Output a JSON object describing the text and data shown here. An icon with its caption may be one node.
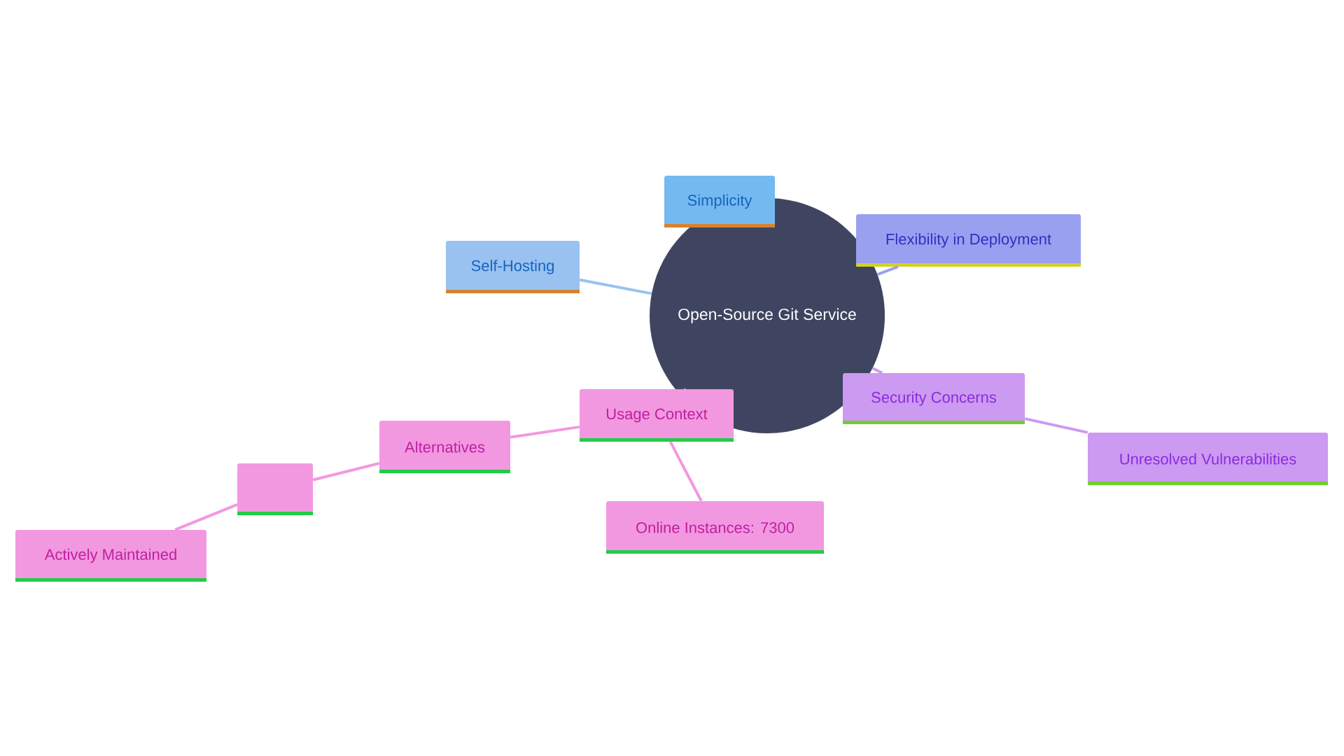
{
  "diagram": {
    "nodes": [
      {
        "text": [
          "Open-Source Git Service"
        ]
      },
      {
        "text": [
          "Simplicity"
        ]
      },
      {
        "text": [
          "Flexibility in Deployment"
        ]
      },
      {
        "text": [
          "Self-Hosting"
        ]
      },
      {
        "text": [
          "Security Concerns"
        ]
      },
      {
        "text": [
          "Unresolved Vulnerabilities"
        ]
      },
      {
        "text": [
          "Usage Context"
        ]
      },
      {
        "text": [
          "Alternatives"
        ]
      },
      {
        "text": [
          "Online Instances: 7300"
        ]
      },
      {
        "text": [],
        "shape": "box"
      },
      {
        "text": [
          "Actively Maintained"
        ]
      }
    ],
    "edges": [
      {
        "from": 0,
        "to": 2,
        "arrow": "none",
        "color": "#9aa0f0"
      },
      {
        "from": 0,
        "to": 3,
        "arrow": "none",
        "color": "#99c2f0"
      },
      {
        "from": 0,
        "to": 4,
        "arrow": "none",
        "color": "#cc9af0"
      },
      {
        "from": 4,
        "to": 5,
        "arrow": "none",
        "color": "#cc9af0"
      },
      {
        "from": 0,
        "to": 6,
        "arrow": "none",
        "color": "#f298e0"
      },
      {
        "from": 6,
        "to": 7,
        "arrow": "none",
        "color": "#f298e0"
      },
      {
        "from": 6,
        "to": 8,
        "arrow": "none",
        "color": "#f298e0"
      },
      {
        "from": 7,
        "to": 9,
        "arrow": "none",
        "color": "#f298e0"
      },
      {
        "from": 9,
        "to": 10,
        "arrow": "none",
        "color": "#f298e0"
      }
    ]
  }
}
